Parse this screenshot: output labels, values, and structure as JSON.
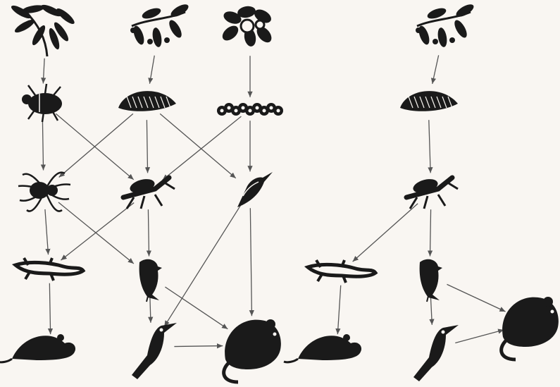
{
  "title": "",
  "colors": {
    "background": "#f9f6f2",
    "frame": "#fbeadb",
    "silhouette": "#1a1a1a",
    "arrow": "#555555"
  },
  "organisms": [
    {
      "id": "leaf-a",
      "kind": "leafy-plant",
      "web": "full"
    },
    {
      "id": "leaf-b",
      "kind": "berry-plant",
      "web": "full"
    },
    {
      "id": "leaf-c",
      "kind": "flowering-plant",
      "web": "full"
    },
    {
      "id": "beetle",
      "kind": "beetle",
      "web": "full"
    },
    {
      "id": "moth-a",
      "kind": "moth",
      "web": "full"
    },
    {
      "id": "caterpillar",
      "kind": "caterpillar",
      "web": "full"
    },
    {
      "id": "spider",
      "kind": "spider",
      "web": "full"
    },
    {
      "id": "mantid-a",
      "kind": "mantid",
      "web": "full"
    },
    {
      "id": "honeyeater",
      "kind": "small-bird",
      "web": "full"
    },
    {
      "id": "lizard-a",
      "kind": "lizard",
      "web": "full"
    },
    {
      "id": "robin-a",
      "kind": "perching-bird",
      "web": "full"
    },
    {
      "id": "mouse-a",
      "kind": "mouse",
      "web": "full"
    },
    {
      "id": "kookaburra-a",
      "kind": "kingfisher",
      "web": "full"
    },
    {
      "id": "possum-a",
      "kind": "possum",
      "web": "full"
    },
    {
      "id": "leaf-d",
      "kind": "berry-plant",
      "web": "reduced"
    },
    {
      "id": "moth-b",
      "kind": "moth",
      "web": "reduced"
    },
    {
      "id": "mantid-b",
      "kind": "mantid",
      "web": "reduced"
    },
    {
      "id": "lizard-b",
      "kind": "lizard",
      "web": "reduced"
    },
    {
      "id": "robin-b",
      "kind": "perching-bird",
      "web": "reduced"
    },
    {
      "id": "mouse-b",
      "kind": "mouse",
      "web": "reduced"
    },
    {
      "id": "kookaburra-b",
      "kind": "kingfisher",
      "web": "reduced"
    },
    {
      "id": "possum-b",
      "kind": "possum",
      "web": "reduced"
    }
  ],
  "links": [
    [
      "leaf-a",
      "beetle"
    ],
    [
      "leaf-b",
      "moth-a"
    ],
    [
      "leaf-c",
      "caterpillar"
    ],
    [
      "beetle",
      "spider"
    ],
    [
      "beetle",
      "mantid-a"
    ],
    [
      "moth-a",
      "spider"
    ],
    [
      "moth-a",
      "mantid-a"
    ],
    [
      "moth-a",
      "honeyeater"
    ],
    [
      "caterpillar",
      "mantid-a"
    ],
    [
      "caterpillar",
      "honeyeater"
    ],
    [
      "spider",
      "lizard-a"
    ],
    [
      "spider",
      "robin-a"
    ],
    [
      "mantid-a",
      "lizard-a"
    ],
    [
      "mantid-a",
      "robin-a"
    ],
    [
      "honeyeater",
      "kookaburra-a"
    ],
    [
      "honeyeater",
      "possum-a"
    ],
    [
      "lizard-a",
      "mouse-a"
    ],
    [
      "robin-a",
      "kookaburra-a"
    ],
    [
      "robin-a",
      "possum-a"
    ],
    [
      "kookaburra-a",
      "possum-a"
    ],
    [
      "leaf-d",
      "moth-b"
    ],
    [
      "moth-b",
      "mantid-b"
    ],
    [
      "mantid-b",
      "lizard-b"
    ],
    [
      "mantid-b",
      "robin-b"
    ],
    [
      "lizard-b",
      "mouse-b"
    ],
    [
      "robin-b",
      "kookaburra-b"
    ],
    [
      "robin-b",
      "possum-b"
    ],
    [
      "kookaburra-b",
      "possum-b"
    ]
  ]
}
